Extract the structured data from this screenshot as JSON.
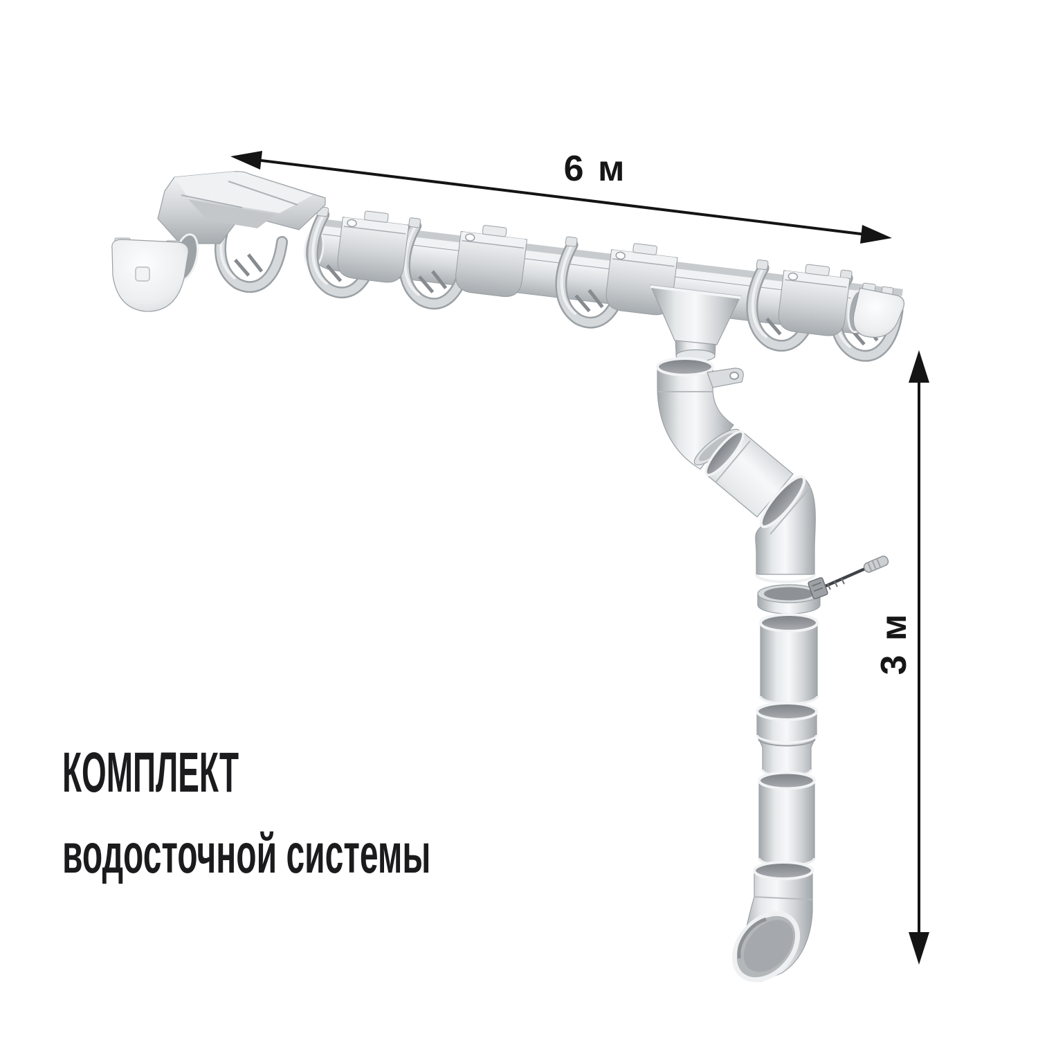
{
  "title": {
    "line1": "КОМПЛЕКТ",
    "line2": "водосточной системы"
  },
  "dimensions": {
    "gutter_length": "6 м",
    "downpipe_length": "3 м"
  },
  "illustration": {
    "parts": [
      "gutter-end-cap-left",
      "gutter-corner",
      "gutter-channel",
      "gutter-brackets",
      "gutter-connectors",
      "funnel",
      "upper-elbow",
      "diagonal-pipe",
      "lower-elbow",
      "pipe-clamp-with-screw",
      "downpipe-sections",
      "pipe-couplings",
      "outlet-elbow",
      "gutter-end-cap-right"
    ]
  },
  "colors": {
    "background": "#ffffff",
    "text": "#1b1b1d",
    "arrow": "#141414",
    "plastic_light": "#f4f5f6",
    "plastic_mid": "#d7dadc",
    "plastic_dark": "#a9adb1",
    "inner_shadow": "#84888c"
  }
}
